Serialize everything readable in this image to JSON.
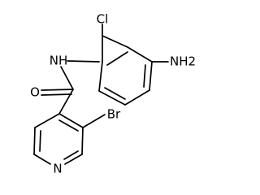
{
  "molecule": {
    "atoms": {
      "cl": "Cl",
      "nh": "NH",
      "nh2": "NH2",
      "o": "O",
      "br": "Br",
      "n_pyridine": "N"
    }
  }
}
